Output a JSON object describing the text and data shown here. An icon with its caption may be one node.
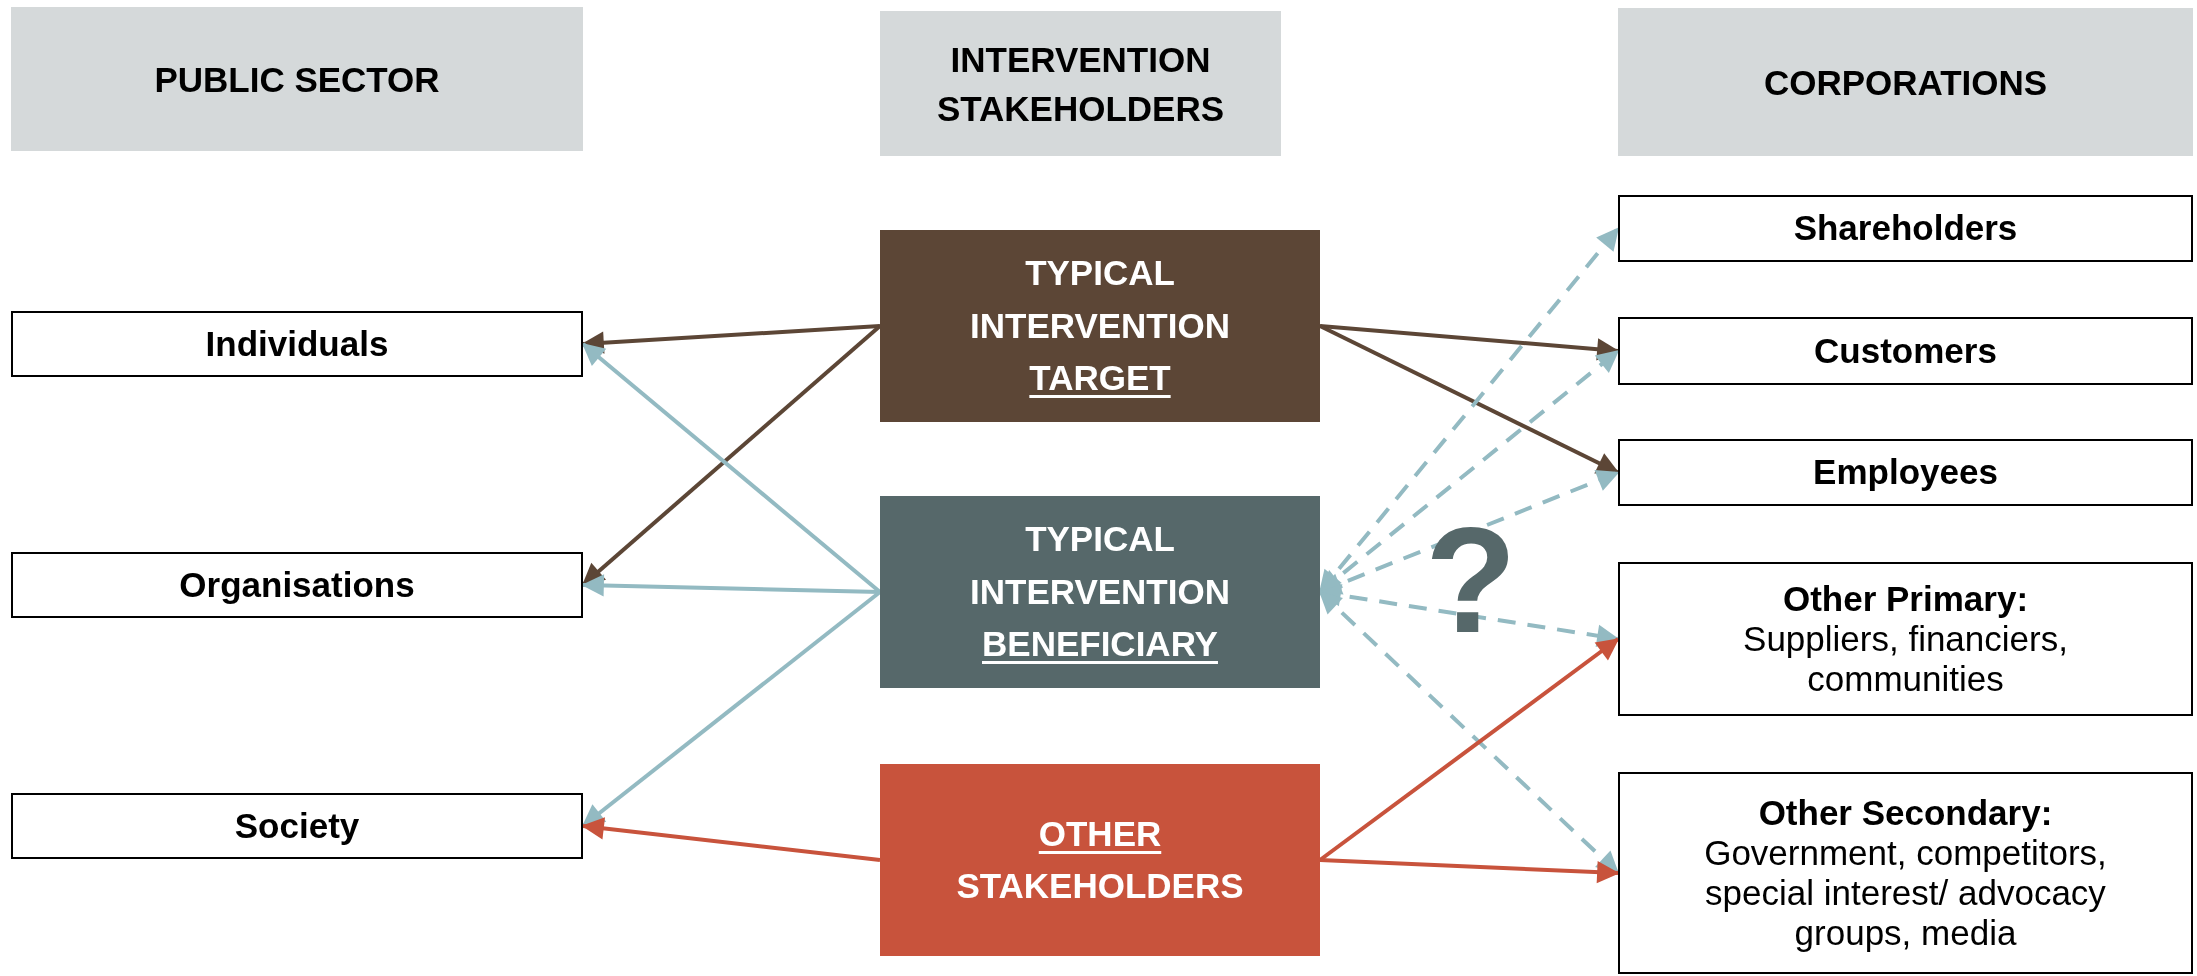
{
  "diagram": {
    "nodes": [
      {
        "text": [
          "PUBLIC SECTOR"
        ]
      },
      {
        "text": [
          "INTERVENTION STAKEHOLDERS"
        ]
      },
      {
        "text": [
          "CORPORATIONS"
        ]
      },
      {
        "text": [
          "Individuals"
        ]
      },
      {
        "text": [
          "Organisations"
        ]
      },
      {
        "text": [
          "Society"
        ]
      },
      {
        "text": [
          "TYPICAL INTERVENTION",
          "TARGET"
        ]
      },
      {
        "text": [
          "TYPICAL INTERVENTION",
          "BENEFICIARY"
        ]
      },
      {
        "text": [
          "OTHER",
          "STAKEHOLDERS"
        ]
      },
      {
        "text": [
          "Shareholders"
        ]
      },
      {
        "text": [
          "Customers"
        ]
      },
      {
        "text": [
          "Employees"
        ]
      },
      {
        "text": [
          "Other Primary:",
          "Suppliers, financiers, communities"
        ]
      },
      {
        "text": [
          "Other Secondary:",
          "Government, competitors, special interest/ advocacy groups, media"
        ]
      }
    ],
    "edges": [
      {
        "from": 6,
        "to": 3,
        "arrow": "to",
        "color": "#5c4636"
      },
      {
        "from": 6,
        "to": 4,
        "arrow": "to",
        "color": "#5c4636"
      },
      {
        "from": 6,
        "to": 10,
        "arrow": "to",
        "color": "#5c4636"
      },
      {
        "from": 6,
        "to": 11,
        "arrow": "to",
        "color": "#5c4636"
      },
      {
        "from": 7,
        "to": 3,
        "arrow": "to"
      },
      {
        "from": 7,
        "to": 4,
        "arrow": "to"
      },
      {
        "from": 7,
        "to": 5,
        "arrow": "to"
      },
      {
        "from": 7,
        "to": 9,
        "arrow": "both",
        "style": "dashed"
      },
      {
        "from": 7,
        "to": 10,
        "arrow": "both",
        "style": "dashed"
      },
      {
        "from": 7,
        "to": 11,
        "arrow": "both",
        "style": "dashed"
      },
      {
        "from": 7,
        "to": 12,
        "arrow": "both",
        "style": "dashed"
      },
      {
        "from": 7,
        "to": 13,
        "arrow": "both",
        "style": "dashed"
      },
      {
        "from": 8,
        "to": 5,
        "arrow": "to",
        "color": "#c8533c"
      },
      {
        "from": 8,
        "to": 12,
        "arrow": "to",
        "color": "#c8533c"
      },
      {
        "from": 8,
        "to": 13,
        "arrow": "to",
        "color": "#c8533c"
      }
    ],
    "labels": [
      "?"
    ]
  }
}
